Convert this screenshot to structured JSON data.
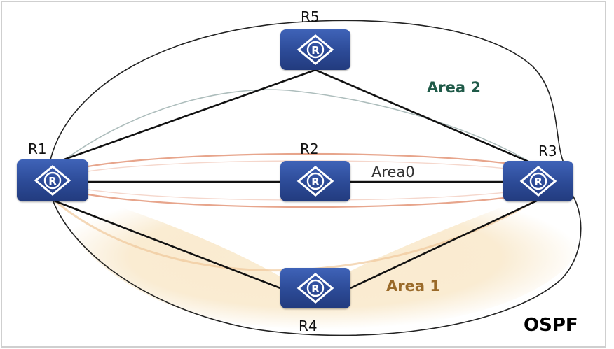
{
  "routers": {
    "r1": "R1",
    "r2": "R2",
    "r3": "R3",
    "r4": "R4",
    "r5": "R5"
  },
  "router_glyph": "R",
  "areas": {
    "area0": "Area0",
    "area1": "Area 1",
    "area2": "Area 2"
  },
  "protocol": "OSPF",
  "colors": {
    "router_fill": "#2c4a96",
    "area1_text": "#9a6a2a",
    "area2_text": "#1f5a48",
    "area0_ring": "#e6a58a",
    "area1_glow": "#f3d8a8"
  }
}
